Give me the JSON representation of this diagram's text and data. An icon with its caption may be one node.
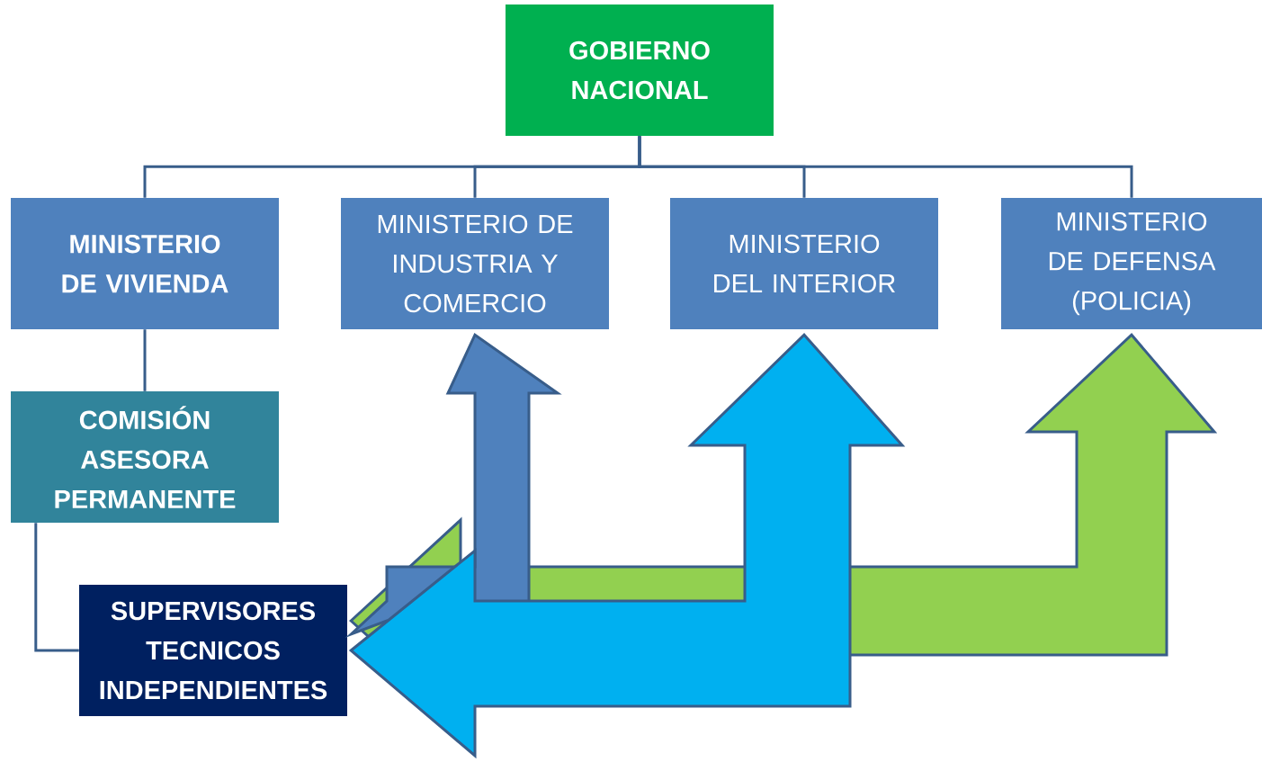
{
  "diagram": {
    "nodes": [
      {
        "text": [
          "GOBIERNO NACIONAL"
        ]
      },
      {
        "text": [
          "MINISTERIO DE VIVIENDA"
        ]
      },
      {
        "text": [
          "MINISTERIO DE INDUSTRIA Y COMERCIO"
        ]
      },
      {
        "text": [
          "MINISTERIO DEL INTERIOR"
        ]
      },
      {
        "text": [
          "MINISTERIO DE DEFENSA (POLICIA)"
        ]
      },
      {
        "text": [
          "COMISIÓN ASESORA PERMANENTE"
        ]
      },
      {
        "text": [
          "SUPERVISORES TECNICOS INDEPENDIENTES"
        ]
      }
    ],
    "edges": [
      {
        "from": 0,
        "to": 1,
        "arrow": "none"
      },
      {
        "from": 0,
        "to": 2,
        "arrow": "none"
      },
      {
        "from": 0,
        "to": 3,
        "arrow": "none"
      },
      {
        "from": 0,
        "to": 4,
        "arrow": "none"
      },
      {
        "from": 1,
        "to": 5,
        "arrow": "none"
      },
      {
        "from": 5,
        "to": 6,
        "arrow": "none"
      },
      {
        "from": 6,
        "to": 4,
        "arrow": "both",
        "style": "thick",
        "color": "#92d050"
      },
      {
        "from": 6,
        "to": 2,
        "arrow": "both",
        "style": "thick",
        "color": "#4f81bd"
      },
      {
        "from": 6,
        "to": 3,
        "arrow": "both",
        "style": "thick",
        "color": "#00b0f0"
      }
    ]
  }
}
